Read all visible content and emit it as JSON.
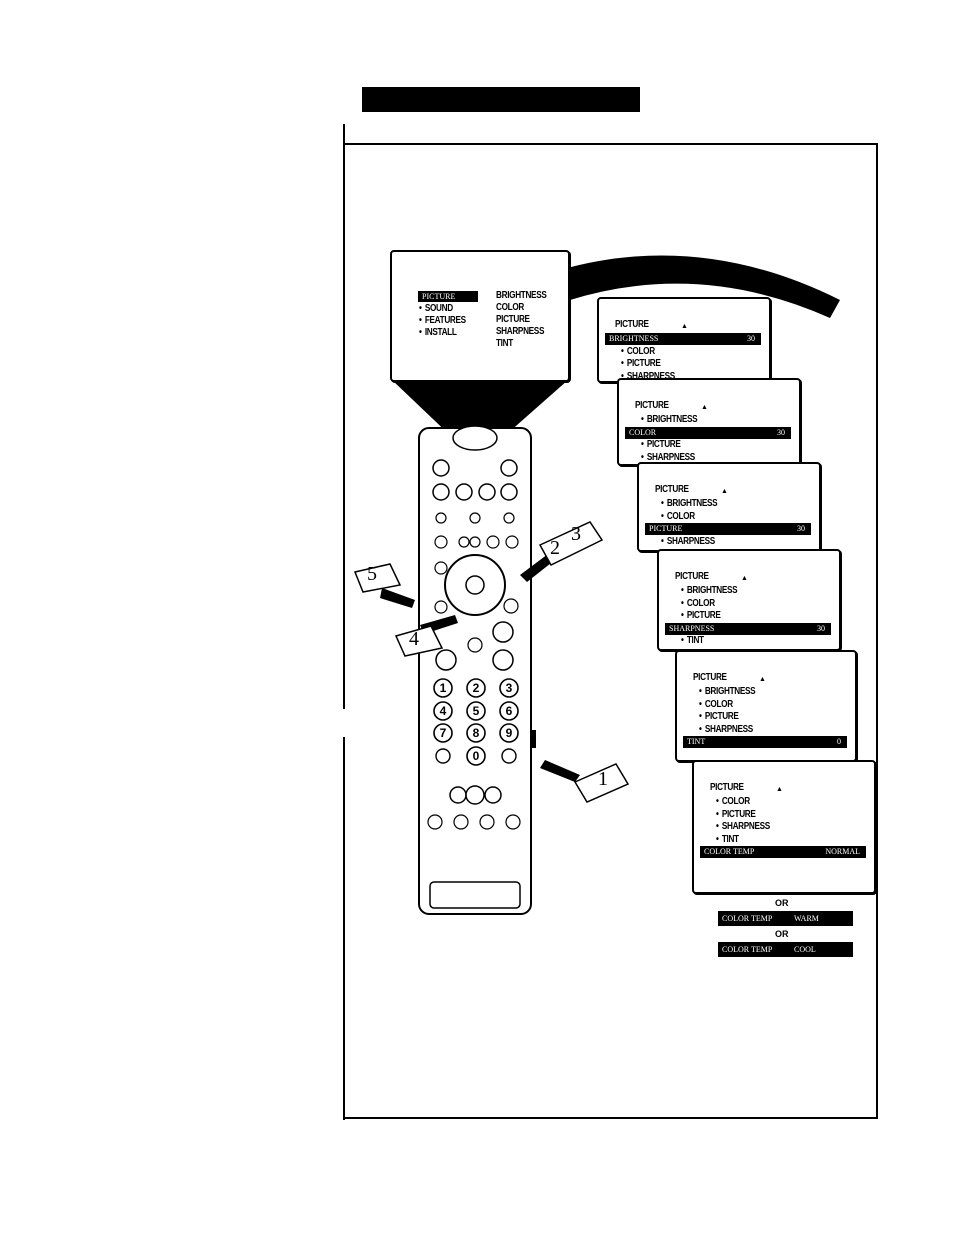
{
  "main_menu": {
    "left_items": [
      "PICTURE",
      "SOUND",
      "FEATURES",
      "INSTALL"
    ],
    "right_items": [
      "BRIGHTNESS",
      "COLOR",
      "PICTURE",
      "SHARPNESS",
      "TINT"
    ]
  },
  "screens": [
    {
      "title": "PICTURE",
      "items": [
        "BRIGHTNESS",
        "COLOR",
        "PICTURE",
        "SHARPNESS"
      ],
      "highlight_label": "BRIGHTNESS",
      "highlight_value": "30"
    },
    {
      "title": "PICTURE",
      "items": [
        "BRIGHTNESS",
        "COLOR",
        "PICTURE",
        "SHARPNESS"
      ],
      "highlight_label": "COLOR",
      "highlight_value": "30"
    },
    {
      "title": "PICTURE",
      "items": [
        "BRIGHTNESS",
        "COLOR",
        "PICTURE",
        "SHARPNESS"
      ],
      "highlight_label": "PICTURE",
      "highlight_value": "30"
    },
    {
      "title": "PICTURE",
      "items": [
        "BRIGHTNESS",
        "COLOR",
        "PICTURE",
        "SHARPNESS",
        "TINT"
      ],
      "highlight_label": "SHARPNESS",
      "highlight_value": "30"
    },
    {
      "title": "PICTURE",
      "items": [
        "BRIGHTNESS",
        "COLOR",
        "PICTURE",
        "SHARPNESS",
        "TINT"
      ],
      "highlight_label": "TINT",
      "highlight_value": "0"
    },
    {
      "title": "PICTURE",
      "items": [
        "COLOR",
        "PICTURE",
        "SHARPNESS",
        "TINT",
        "COLOR TEMP"
      ],
      "highlight_label": "COLOR TEMP",
      "highlight_value": "NORMAL"
    }
  ],
  "alternatives": {
    "or_label": "OR",
    "options": [
      {
        "label": "COLOR TEMP",
        "value": "WARM"
      },
      {
        "label": "COLOR TEMP",
        "value": "COOL"
      }
    ]
  },
  "steps": [
    "1",
    "2",
    "3",
    "4",
    "5"
  ],
  "remote": {
    "number_keys": [
      "1",
      "2",
      "3",
      "4",
      "5",
      "6",
      "7",
      "8",
      "9",
      "0"
    ]
  }
}
